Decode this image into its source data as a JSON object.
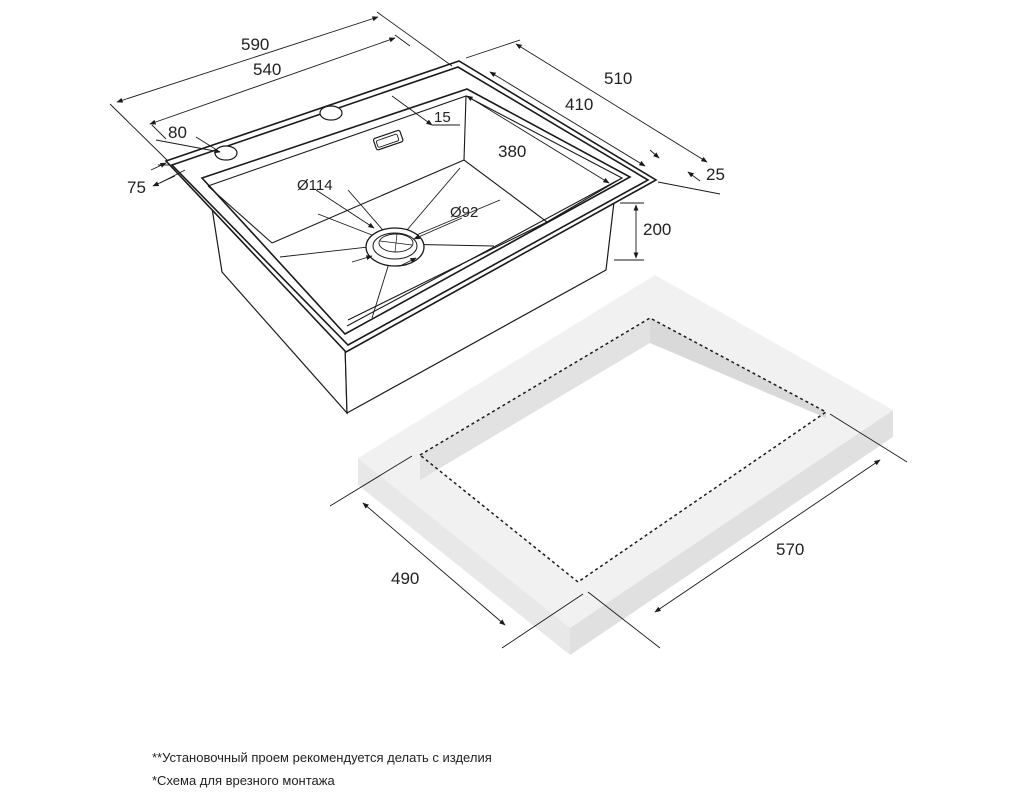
{
  "dimensions": {
    "width_overall": "590",
    "width_inner": "540",
    "depth_overall": "510",
    "depth_inner": "410",
    "bowl_depth_rear": "380",
    "rear_offset": "15",
    "tap_hole_offset": "80",
    "front_offset": "75",
    "rim": "25",
    "height": "200",
    "drain_outer": "Ø114",
    "drain_inner": "Ø92",
    "cutout_width": "490",
    "cutout_length": "570"
  },
  "notes": {
    "cutout_note": "**Установочный проем рекомендуется делать с изделия",
    "scheme_note": "*Схема для врезного монтажа"
  },
  "colors": {
    "line": "#1a1a1a",
    "countertop_top": "#f1f1f1",
    "countertop_side": "#e0e0e0",
    "countertop_front": "#e8e8e8"
  }
}
